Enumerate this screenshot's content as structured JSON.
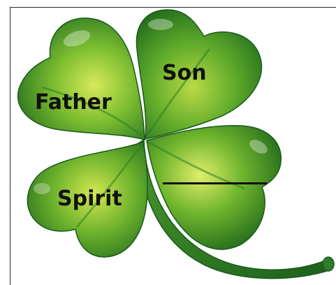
{
  "leaves": {
    "father": "Father",
    "son": "Son",
    "spirit": "Spirit",
    "fourth": ""
  },
  "colors": {
    "leaf_dark": "#1f6b1f",
    "leaf_mid": "#3f9a26",
    "leaf_light": "#c9e24a",
    "stem": "#2e7d2e",
    "text": "#111111"
  }
}
